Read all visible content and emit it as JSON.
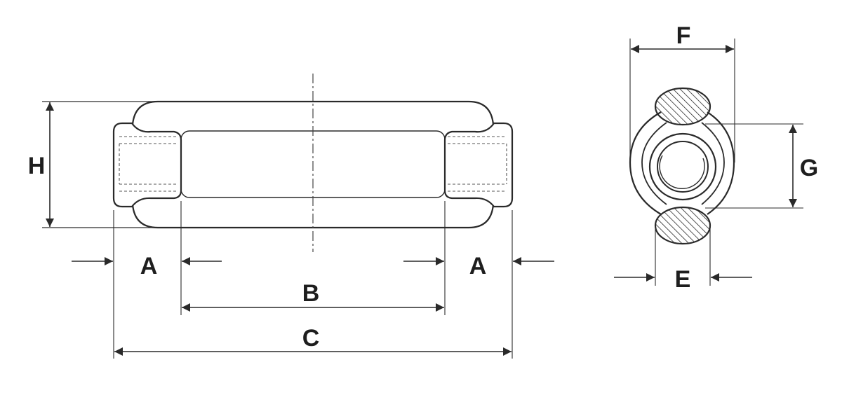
{
  "labels": {
    "H": "H",
    "A_left": "A",
    "A_right": "A",
    "B": "B",
    "C": "C",
    "F": "F",
    "G": "G",
    "E": "E"
  },
  "colors": {
    "stroke": "#2a2a2a",
    "label": "#1e1e1e",
    "background": "#ffffff"
  }
}
